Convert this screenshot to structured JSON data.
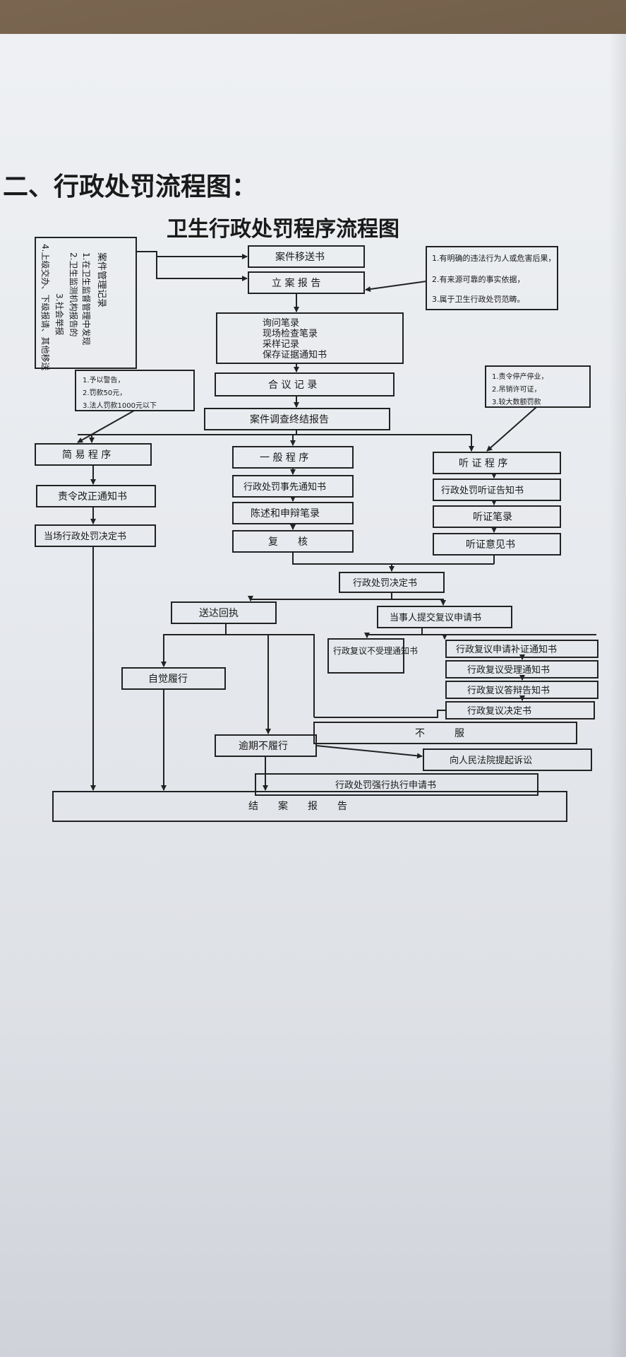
{
  "section_heading": "二、行政处罚流程图：",
  "chart_title": "卫生行政处罚程序流程图",
  "nodes": {
    "sources_vertical": [
      "案件管理记录",
      "1.在卫生监督管理中发现",
      "2.卫生监测机构报告的",
      "3.社会举报",
      "4.上级交办、下级报请、其他移送"
    ],
    "case_transfer": "案件移送书",
    "filing_report": "立 案 报 告",
    "filing_criteria": [
      "1.有明确的违法行为人或危害后果，",
      "2.有来源可靠的事实依据，",
      "3.属于卫生行政处罚范畴。"
    ],
    "evidence_records": [
      "询问笔录",
      "现场检查笔录",
      "采样记录",
      "保存证据通知书"
    ],
    "collegiate_record": "合 议 记 录",
    "final_report": "案件调查终结报告",
    "simple_conditions": [
      "1.予以警告，",
      "2.罚款50元，",
      "3.法人罚款1000元以下"
    ],
    "hearing_conditions": [
      "1.责令停产停业，",
      "2.吊销许可证，",
      "3.较大数额罚款"
    ],
    "simple_procedure": "简 易 程 序",
    "order_correction": "责令改正通知书",
    "onsite_decision": "当场行政处罚决定书",
    "general_procedure": "一 般 程 序",
    "prior_notice": "行政处罚事先通知书",
    "statement_record": "陈述和申辩笔录",
    "review": "复　　核",
    "hearing_procedure": "听 证 程 序",
    "hearing_notice": "行政处罚听证告知书",
    "hearing_record": "听证笔录",
    "hearing_opinion": "听证意见书",
    "decision": "行政处罚决定书",
    "delivery_receipt": "送达回执",
    "reconsideration_apply": "当事人提交复议申请书",
    "not_accepted": "行政复议不受理通知书",
    "supplement_notice": "行政复议申请补证通知书",
    "accepted_notice": "行政复议受理通知书",
    "reply_notice": "行政复议答辩告知书",
    "reconsideration_decision": "行政复议决定书",
    "voluntary": "自觉履行",
    "not_comply": "不　　　服",
    "overdue": "逾期不履行",
    "sue": "向人民法院提起诉讼",
    "enforcement_apply": "行政处罚强行执行申请书",
    "closing_report": "结　　案　　报　　告"
  },
  "colors": {
    "paper": "#e9ecef",
    "ink": "#1a1a1a",
    "line": "#222222"
  }
}
